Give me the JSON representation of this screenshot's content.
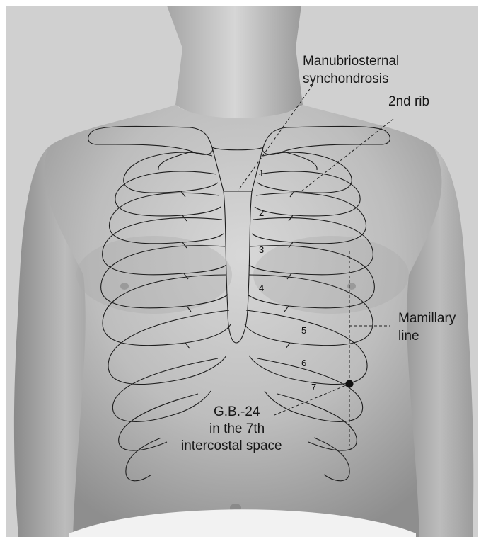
{
  "labels": {
    "manubriosternal": [
      "Manubriosternal",
      "synchondrosis"
    ],
    "second_rib": "2nd rib",
    "mamillary": [
      "Mamillary",
      "line"
    ],
    "gb24": [
      "G.B.-24",
      "in the 7th",
      "intercostal space"
    ]
  },
  "rib_numbers": [
    "1",
    "2",
    "3",
    "4",
    "5",
    "6",
    "7"
  ],
  "colors": {
    "skin_light": "#dcdcdc",
    "skin_mid": "#b4b4b4",
    "skin_dark": "#8c8c8c",
    "background": "#cfcfcf",
    "outline": "#1e1e1e"
  }
}
